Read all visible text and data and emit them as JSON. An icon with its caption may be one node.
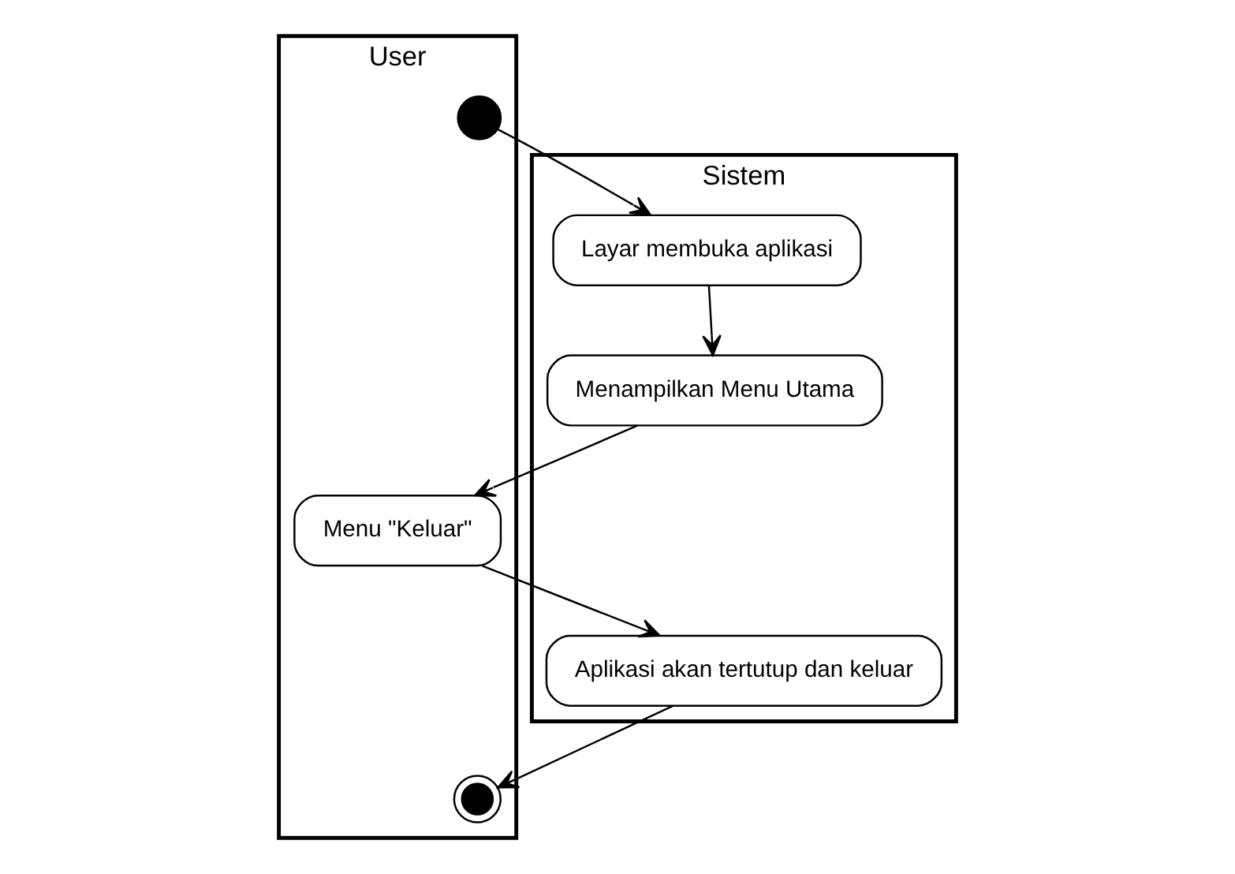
{
  "diagram": {
    "nodes": [
      {
        "text": [
          "User"
        ]
      },
      {
        "text": [
          "Sistem"
        ]
      },
      {
        "text": [],
        "shape": "circle",
        "in": 0
      },
      {
        "text": [
          "Layar membuka aplikasi"
        ],
        "in": 1
      },
      {
        "text": [
          "Menampilkan Menu Utama"
        ],
        "in": 1
      },
      {
        "text": [
          "Menu \"Keluar\""
        ],
        "in": 0
      },
      {
        "text": [
          "Aplikasi akan tertutup dan keluar"
        ],
        "in": 1
      },
      {
        "text": [],
        "shape": "bullseye",
        "in": 0
      }
    ],
    "edges": [
      {
        "from": 2,
        "to": 3,
        "arrow": "to"
      },
      {
        "from": 3,
        "to": 4,
        "arrow": "to"
      },
      {
        "from": 4,
        "to": 5,
        "arrow": "to"
      },
      {
        "from": 5,
        "to": 6,
        "arrow": "to"
      },
      {
        "from": 6,
        "to": 7,
        "arrow": "to"
      }
    ]
  }
}
